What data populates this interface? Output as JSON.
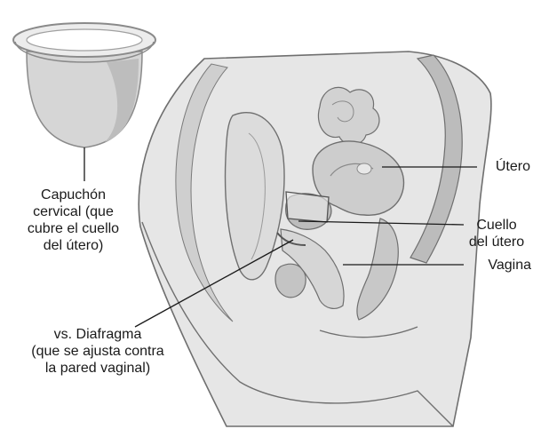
{
  "labels": {
    "cervical_cap": "Capuchón\ncervical (que\ncubre el cuello\ndel útero)",
    "diaphragm": "vs. Diafragma\n(que se ajusta contra\nla pared vaginal)",
    "uterus": "Útero",
    "cervix": "Cuello\ndel útero",
    "vagina": "Vagina"
  },
  "colors": {
    "background": "#ffffff",
    "tissue_light": "#e8e8e8",
    "tissue_mid": "#c9c9c9",
    "tissue_dark": "#a9a9a9",
    "outline": "#6f6f6f",
    "leader_line": "#1a1a1a"
  }
}
